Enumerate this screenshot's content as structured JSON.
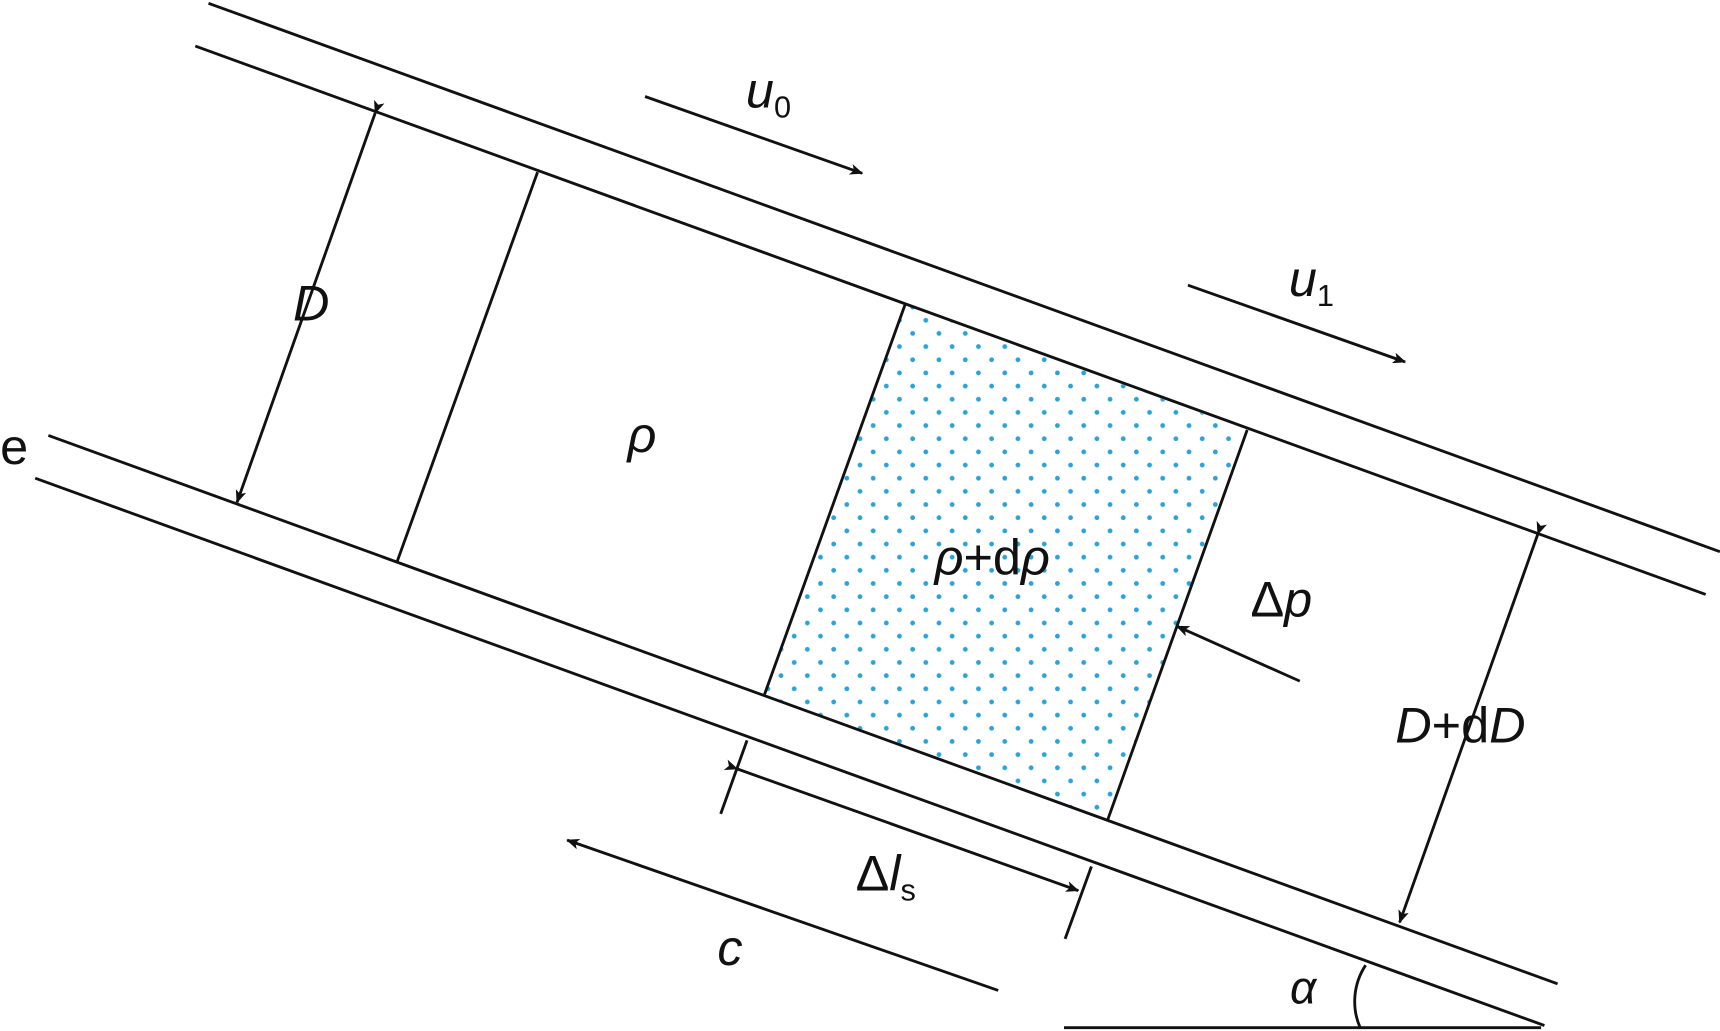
{
  "labels": {
    "u0": {
      "main": "u",
      "sub": "0"
    },
    "u1": {
      "main": "u",
      "sub": "1"
    },
    "D": "D",
    "e": "e",
    "rho": "ρ",
    "rho_plus": "ρ",
    "plus_d": "+d",
    "rho_d": "ρ",
    "delta_p_delta": "Δ",
    "delta_p_p": "p",
    "dd_D1": "D",
    "dd_plus": "+d",
    "dd_D2": "D",
    "delta_ls_delta": "Δ",
    "delta_ls_l": "l",
    "delta_ls_sub": "s",
    "c": "c",
    "alpha": "α"
  },
  "colors": {
    "line": "#111111",
    "dots": "#2aa3d8",
    "background": "#ffffff"
  }
}
